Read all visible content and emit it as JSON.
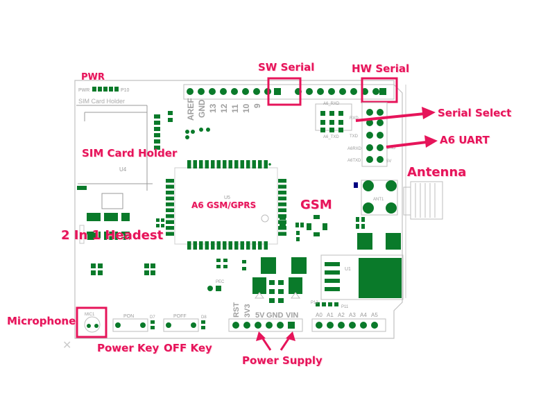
{
  "callouts": {
    "pwr": "PWR",
    "sw_serial": "SW Serial",
    "hw_serial": "HW Serial",
    "serial_select": "Serial Select",
    "a6_uart": "A6 UART",
    "antenna": "Antenna",
    "sim_card_holder": "SIM Card Holder",
    "a6_module": "A6 GSM/GPRS",
    "gsm": "GSM",
    "headset": "2 In 1 Headest",
    "microphone": "Microphone",
    "power_key": "Power Key",
    "off_key": "OFF Key",
    "power_supply": "Power Supply"
  },
  "silkscreen": {
    "pwr_small": "PWR",
    "p10": "P10",
    "sim_small": "SIM Card Holder",
    "header_digital": [
      "AREF",
      "GND",
      "13",
      "12",
      "11",
      "10",
      "9"
    ],
    "u4": "U4",
    "u5": "U5",
    "u1": "U1",
    "ant1": "ANT1",
    "a6_rxd": "A6_RXD",
    "a6_txd": "A6_TXD",
    "rxd": "RXD",
    "txd": "TXD",
    "a6txd": "A6TXD",
    "a6rxd": "A6RXD",
    "gnd_right": "GND",
    "v5_right": "5V",
    "pon": "PON",
    "poff": "POFF",
    "mic1": "MIC1",
    "pec": "PEC",
    "power_header": [
      "RST",
      "3V3",
      "5V",
      "GND",
      "VIN"
    ],
    "analog_header": [
      "A0",
      "A1",
      "A2",
      "A3",
      "A4",
      "A5"
    ],
    "p12": "P12",
    "p11": "P11",
    "d7": "D7",
    "d8": "D8"
  },
  "colors": {
    "callout": "#e6145a",
    "pad": "#0a7a2a",
    "board_outline": "#bfbfbf",
    "silk": "#9a9a9a"
  }
}
